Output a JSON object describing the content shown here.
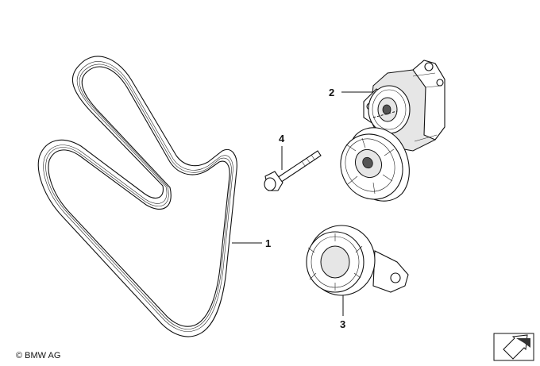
{
  "callouts": [
    {
      "id": "1",
      "label": "1"
    },
    {
      "id": "2",
      "label": "2"
    },
    {
      "id": "3",
      "label": "3"
    },
    {
      "id": "4",
      "label": "4"
    }
  ],
  "copyright": "© BMW AG",
  "icons": {
    "nav_arrow": "arrow-icon"
  }
}
